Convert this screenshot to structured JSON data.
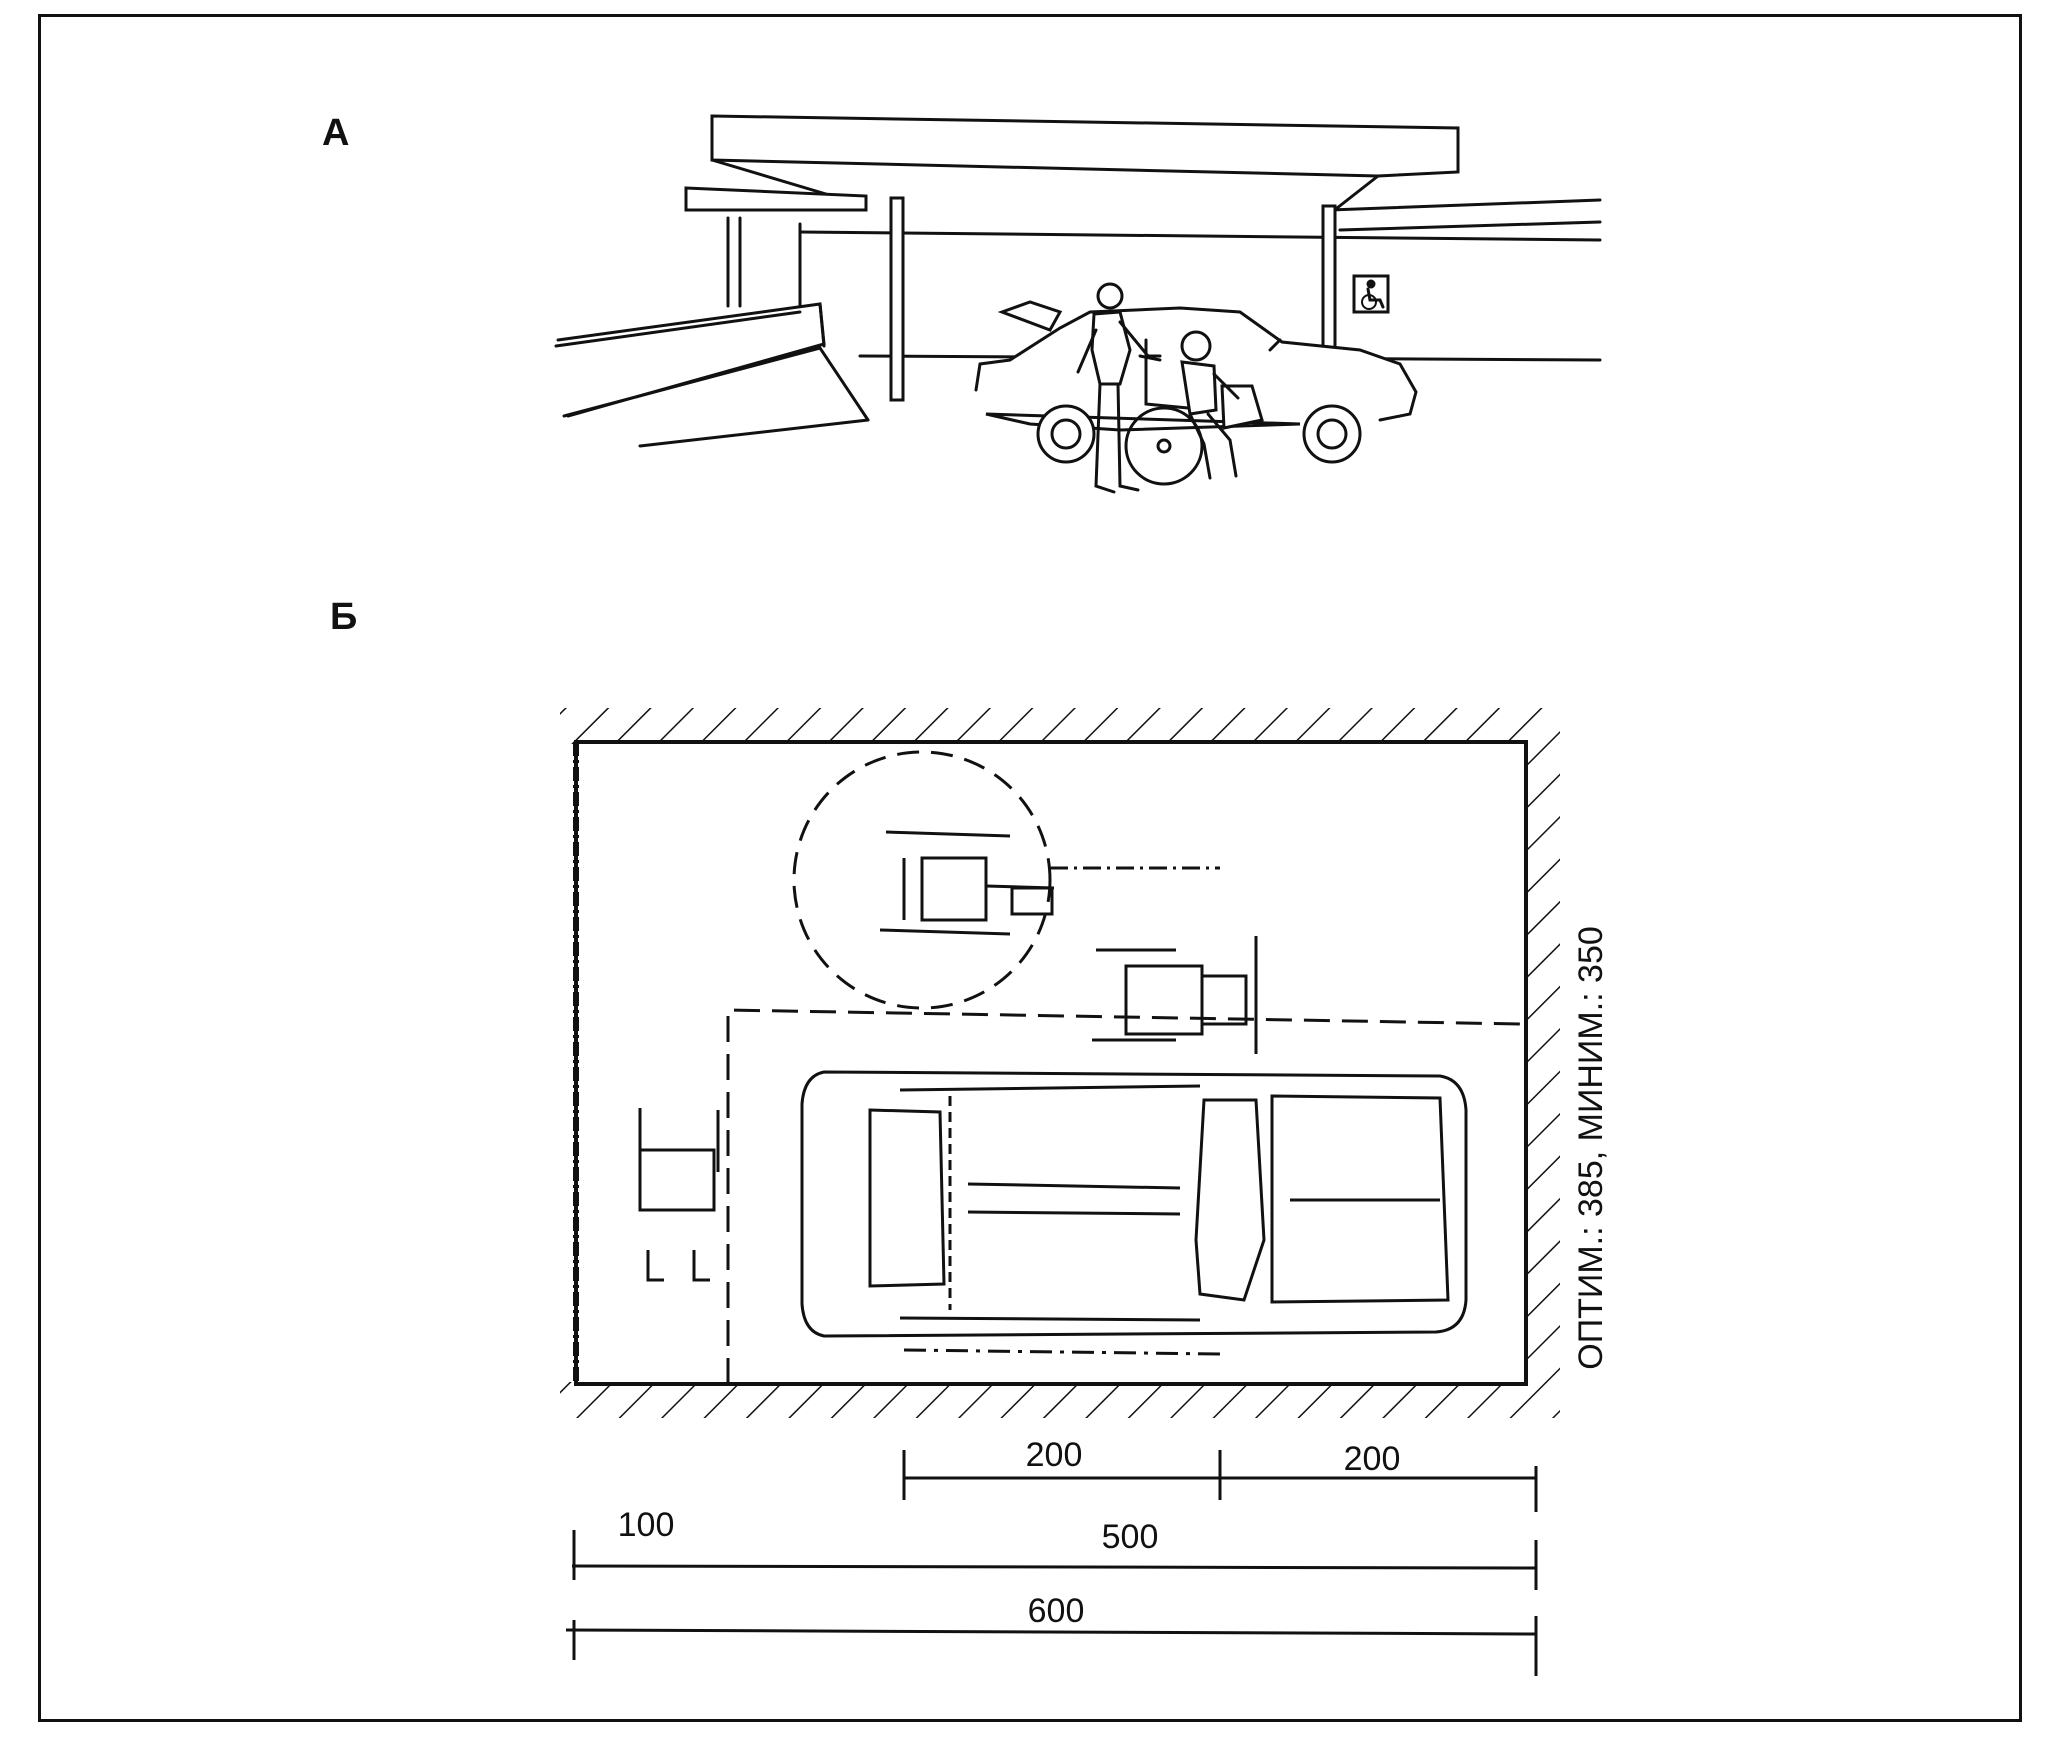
{
  "panels": {
    "a": {
      "label": "А",
      "sign_icon": "wheelchair-symbol-icon"
    },
    "b": {
      "label": "Б",
      "dimensions": {
        "d1": "200",
        "d2": "200",
        "d3": "100",
        "d4": "500",
        "d5": "600",
        "side": "ОПТИМ.: 385, МИНИМ.: 350"
      }
    }
  }
}
